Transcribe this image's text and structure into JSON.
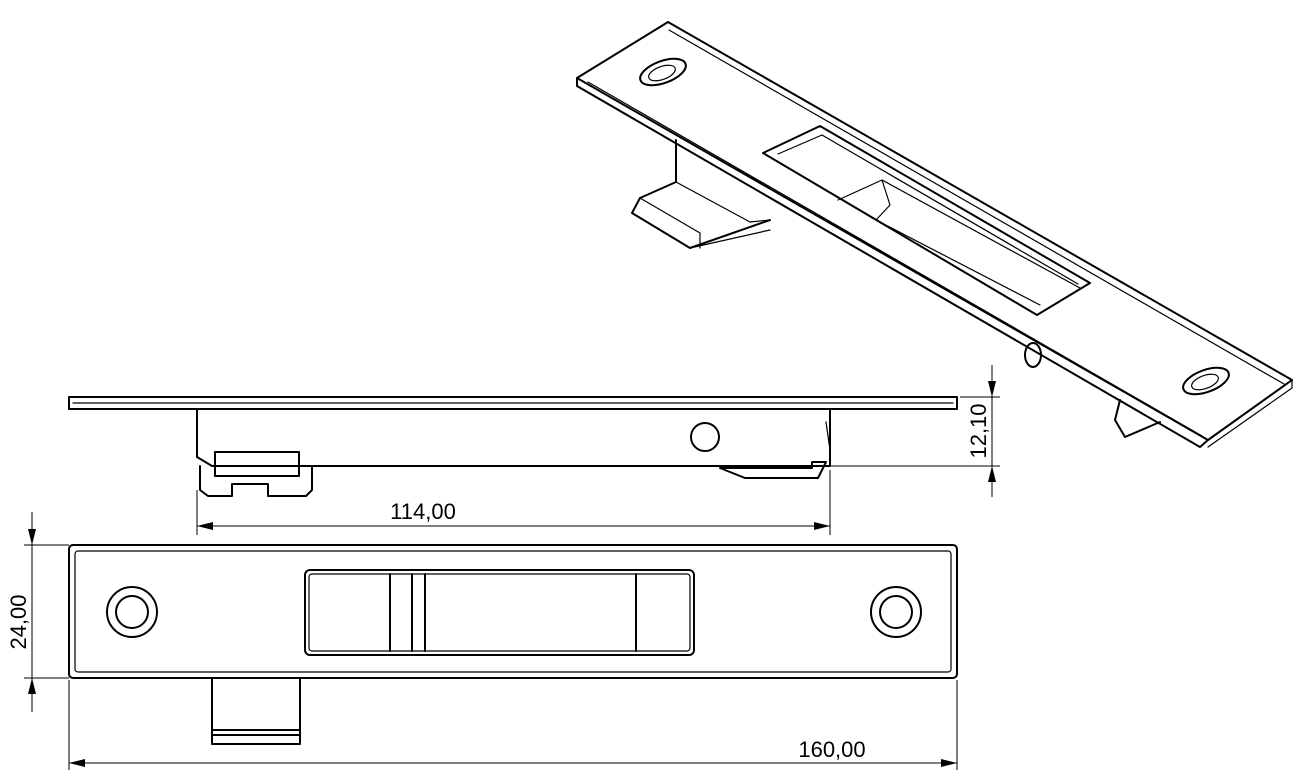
{
  "dimensions": {
    "width_top": "114,00",
    "height_side": "12,10",
    "height_front": "24,00",
    "width_front": "160,00"
  }
}
